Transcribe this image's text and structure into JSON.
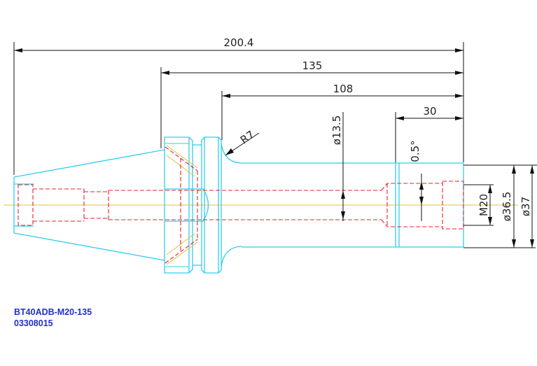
{
  "drawing": {
    "dimensions": {
      "overall_length": "200.4",
      "gauge_length": "135",
      "shank_length": "108",
      "bore_depth": "30",
      "radius": "R7",
      "inner_diameter": "ø13.5",
      "taper_angle": "0.5°",
      "thread": "M20",
      "body_diameter": "ø36.5",
      "max_diameter": "ø37"
    },
    "part_number": "BT40ADB-M20-135",
    "part_code": "03308015",
    "colors": {
      "outline": "#33ccee",
      "hidden": "#e8202a",
      "hatch": "#e0c040",
      "centerline": "#e0c040",
      "dimension": "#111111",
      "label": "#1f2fcf"
    }
  }
}
